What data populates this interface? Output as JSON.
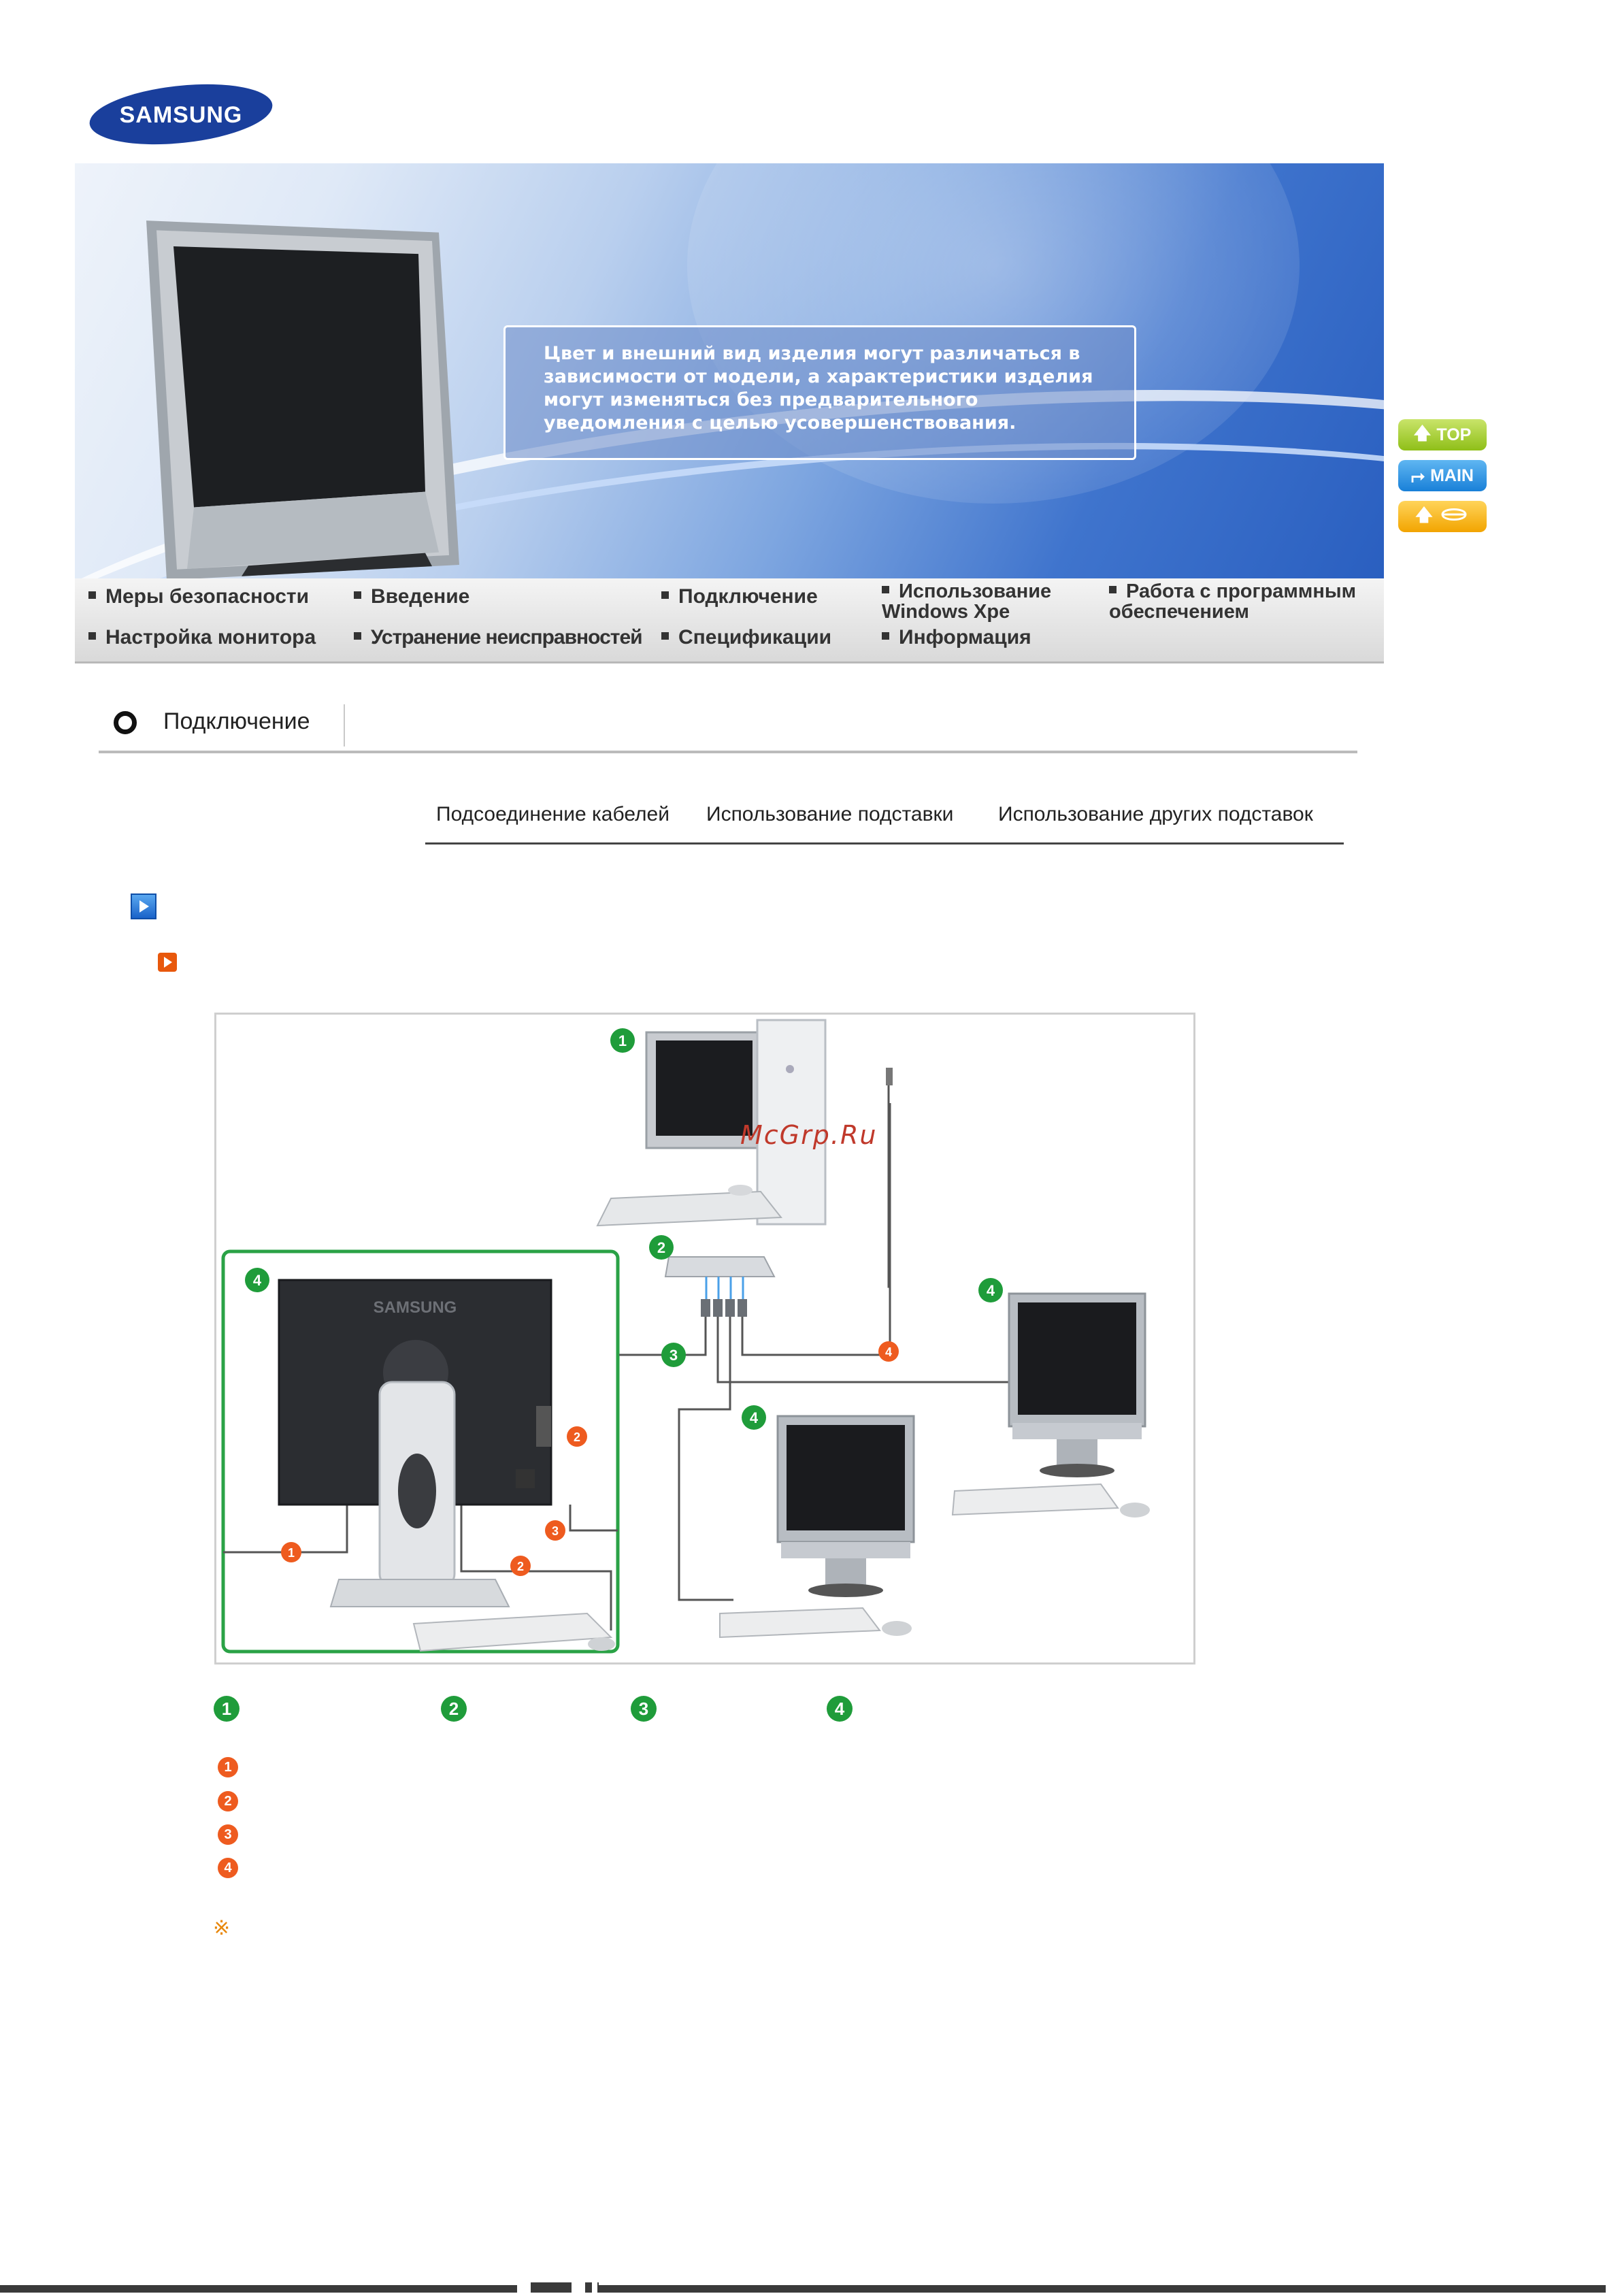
{
  "brand": {
    "logo_text": "SAMSUNG",
    "color": "#1a3f9c"
  },
  "banner": {
    "notice": "Цвет и внешний вид изделия могут различаться в зависимости от модели, а характеристики изделия могут изменяться без предварительного уведомления с целью усовершенствования."
  },
  "side_buttons": {
    "top": "TOP",
    "main": "MAIN"
  },
  "nav": {
    "items": [
      "Меры безопасности",
      "Введение",
      "Подключение",
      "Использование Windows Xpe",
      "Работа с программным обеспечением",
      "Настройка монитора",
      "Устранение неисправностей",
      "Спецификации",
      "Информация"
    ]
  },
  "section": {
    "title": "Подключение"
  },
  "subtabs": [
    "Подсоединение кабелей",
    "Использование подставки",
    "Использование других подставок"
  ],
  "diagram": {
    "watermark": "McGrp.Ru",
    "green_labels": [
      "1",
      "2",
      "3",
      "4"
    ],
    "orange_labels": [
      "1",
      "2",
      "3",
      "4"
    ]
  },
  "legend": {
    "green": [
      "1",
      "2",
      "3",
      "4"
    ],
    "orange": [
      "1",
      "2",
      "3",
      "4"
    ],
    "note_symbol": "※"
  },
  "colors": {
    "green_badge": "#1f9c3a",
    "orange_badge": "#ee5b1f",
    "nav_text": "#333333"
  }
}
